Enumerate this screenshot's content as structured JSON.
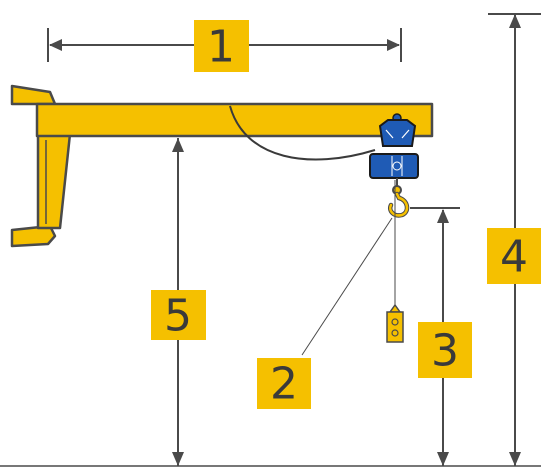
{
  "labels": {
    "width": "1",
    "hook_path": "2",
    "lift_height": "3",
    "total_height": "4",
    "boom_height": "5"
  },
  "colors": {
    "crane_yellow": "#f5c000",
    "hoist_blue": "#1f5bb5",
    "outline": "#4a4a4a",
    "label_bg": "#f5c000"
  }
}
